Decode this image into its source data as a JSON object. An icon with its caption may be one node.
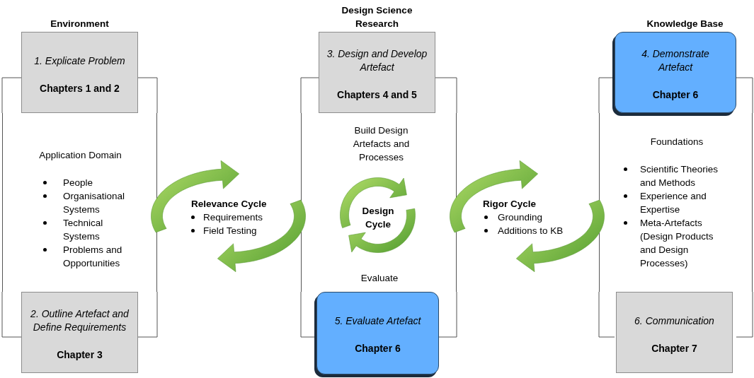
{
  "diagram": {
    "nodes": [
      {
        "text": [
          "Environment"
        ]
      },
      {
        "text": [
          "Application Domain",
          "People",
          "Organisational Systems",
          "Technical Systems",
          "Problems and Opportunities"
        ]
      },
      {
        "text": [
          "1. Explicate Problem",
          "Chapters 1 and 2"
        ]
      },
      {
        "text": [
          "2. Outline Artefact and Define Requirements",
          "Chapter 3"
        ]
      },
      {
        "text": [
          "Design Science Research"
        ]
      },
      {
        "text": [
          "Build Design Artefacts and Processes",
          "Evaluate"
        ]
      },
      {
        "text": [
          "3. Design and Develop Artefact",
          "Chapters 4 and 5"
        ]
      },
      {
        "text": [
          "Design Cycle"
        ],
        "in": 5
      },
      {
        "text": [
          "5. Evaluate Artefact",
          "Chapter 6"
        ]
      },
      {
        "text": [
          "Knowledge Base"
        ]
      },
      {
        "text": [
          "Foundations",
          "Scientific Theories and Methods",
          "Experience and Expertise",
          "Meta-Artefacts (Design Products and Design Processes)"
        ]
      },
      {
        "text": [
          "4. Demonstrate Artefact",
          "Chapter 6"
        ]
      },
      {
        "text": [
          "6. Communication",
          "Chapter 7"
        ]
      },
      {
        "text": [
          "Relevance Cycle",
          "Requirements",
          "Field Testing"
        ]
      },
      {
        "text": [
          "Rigor Cycle",
          "Grounding",
          "Additions to KB"
        ]
      }
    ]
  }
}
